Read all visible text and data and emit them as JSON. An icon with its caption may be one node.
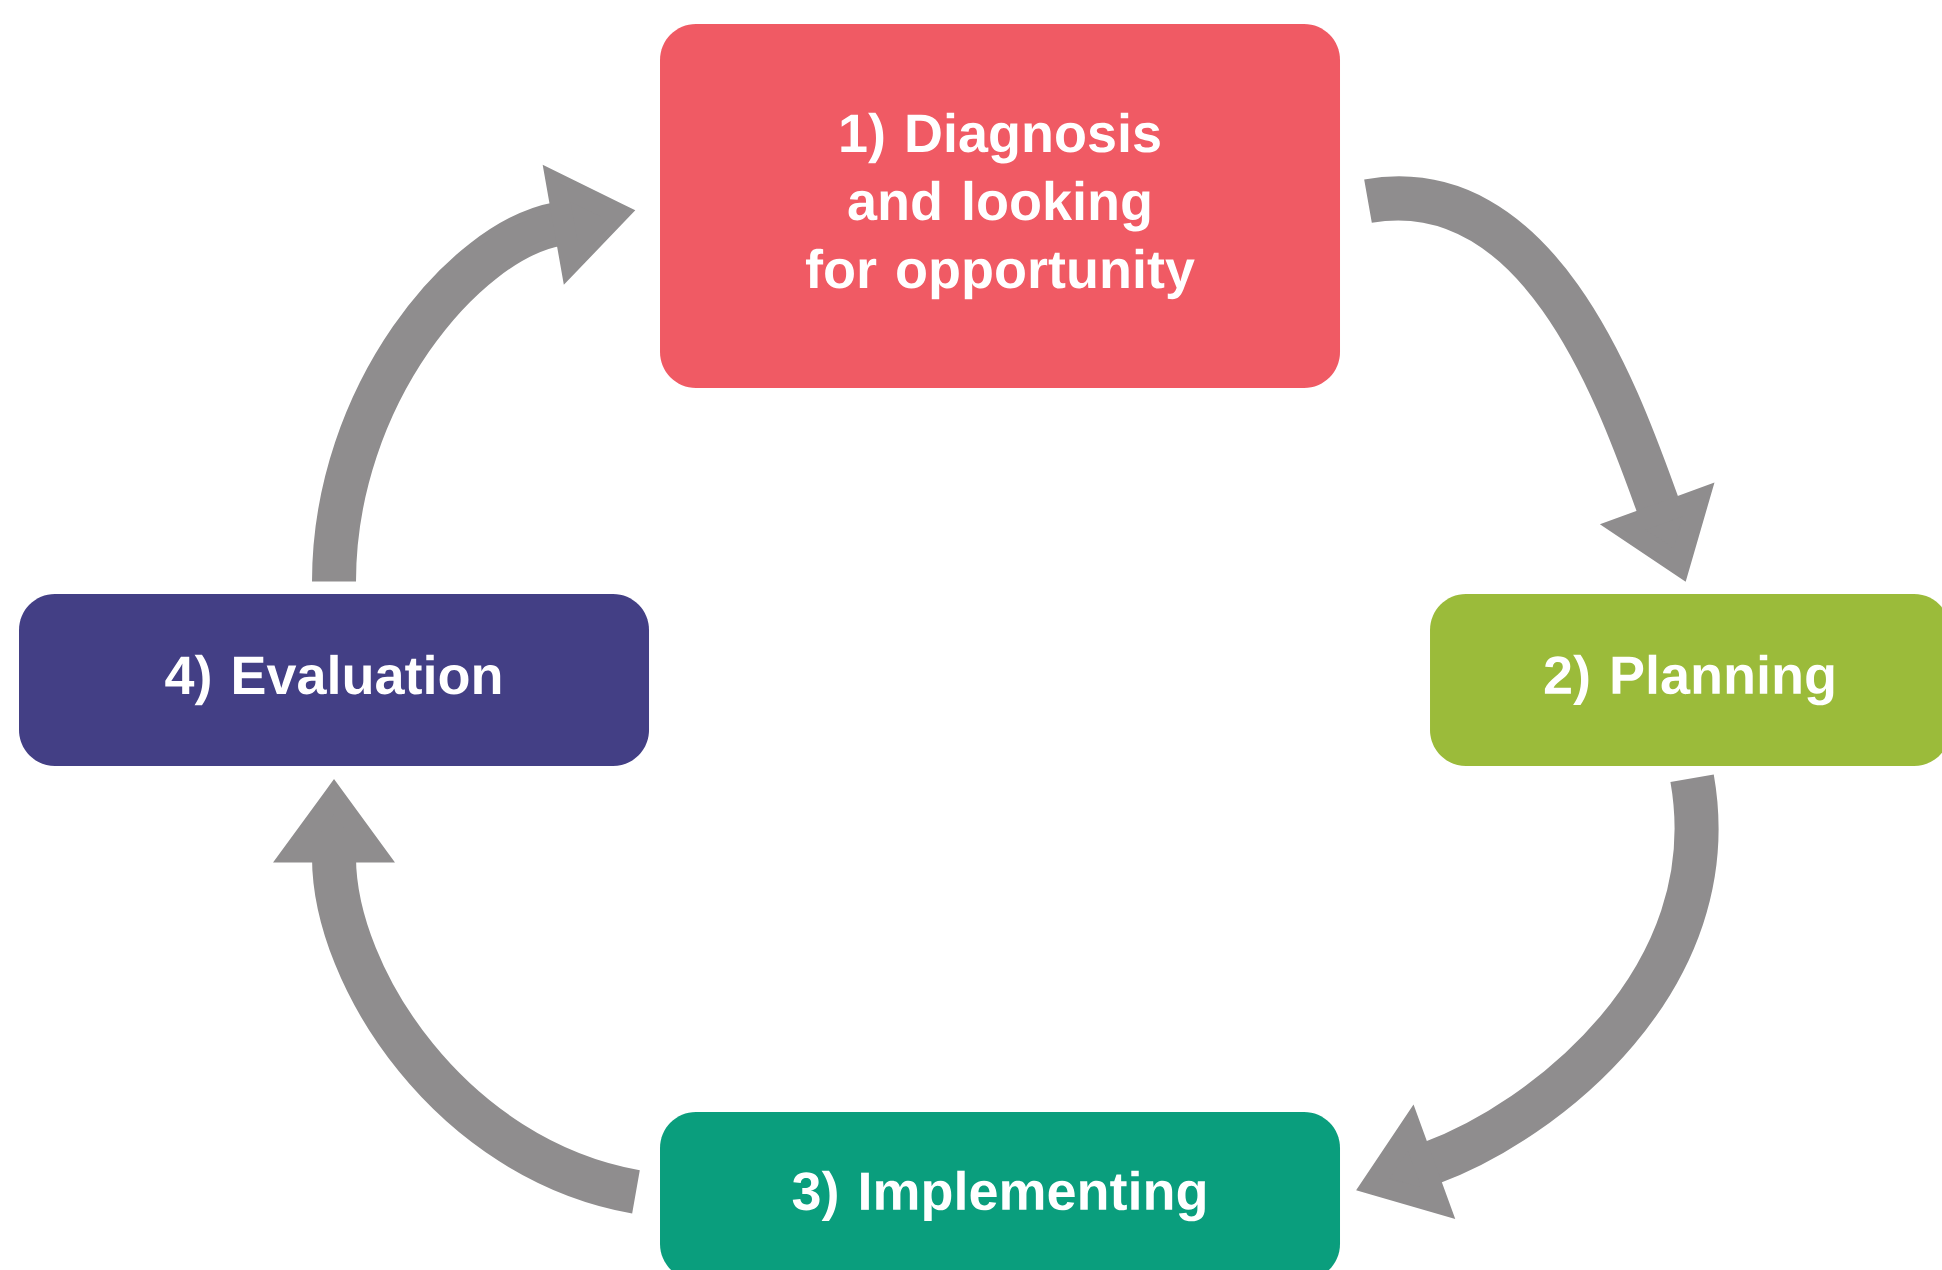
{
  "diagram": {
    "nodes": [
      {
        "text": [
          "1) Diagnosis and looking for opportunity"
        ]
      },
      {
        "text": [
          "2) Planning"
        ]
      },
      {
        "text": [
          "3) Implementing"
        ]
      },
      {
        "text": [
          "4) Evaluation"
        ]
      }
    ],
    "edges": [
      {
        "from": 0,
        "to": 1,
        "arrow": "to"
      },
      {
        "from": 1,
        "to": 2,
        "arrow": "to"
      },
      {
        "from": 2,
        "to": 3,
        "arrow": "to"
      },
      {
        "from": 3,
        "to": 0,
        "arrow": "to"
      }
    ]
  }
}
